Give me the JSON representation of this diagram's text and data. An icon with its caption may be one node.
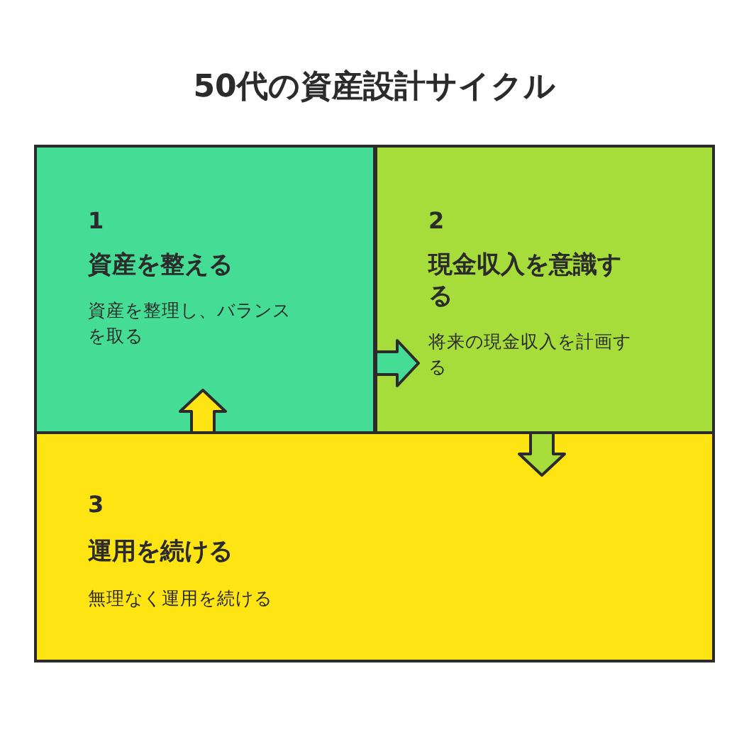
{
  "diagram": {
    "title": "50代の資産設計サイクル",
    "nodes": [
      {
        "text": [
          "1",
          "資産を整える",
          "資産を整理し、バランスを取る"
        ]
      },
      {
        "text": [
          "2",
          "現金収入を意識する",
          "将来の現金収入を計画する"
        ]
      },
      {
        "text": [
          "3",
          "運用を続ける",
          "無理なく運用を続ける"
        ]
      }
    ],
    "edges": [
      {
        "from": 0,
        "to": 1,
        "arrow": "to"
      },
      {
        "from": 1,
        "to": 2,
        "arrow": "to"
      },
      {
        "from": 2,
        "to": 0,
        "arrow": "to"
      }
    ]
  }
}
